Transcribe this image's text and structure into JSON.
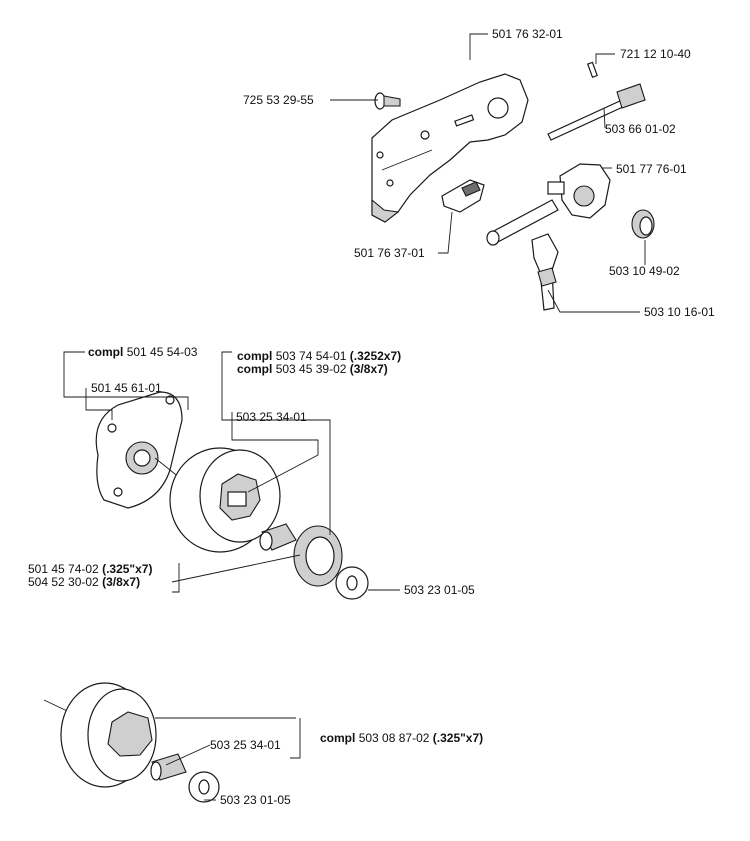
{
  "labels": {
    "bar_plate": "501 76 32-01",
    "screw": "725 53 29-55",
    "pin": "721 12 10-40",
    "adjuster_screw": "503 66 01-02",
    "oil_pump": "501 77 76-01",
    "guide": "501 76 37-01",
    "nut": "503 10 49-02",
    "worm_gear": "503 10 16-01",
    "clutch_compl_prefix": "compl",
    "clutch_compl": "501 45 54-03",
    "clutch_shoe": "501 45 61-01",
    "drum_compl_prefix_1": "compl",
    "drum_compl_1": "503 74 54-01",
    "drum_compl_1_spec": "(.3252x7)",
    "drum_compl_prefix_2": "compl",
    "drum_compl_2": "503 45 39-02",
    "drum_compl_2_spec": "(3/8x7)",
    "bearing_1": "503 25 34-01",
    "rim_1": "501 45 74-02",
    "rim_1_spec": "(.325\"x7)",
    "rim_2": "504 52 30-02",
    "rim_2_spec": "(3/8x7)",
    "washer_1": "503 23 01-05",
    "bearing_2": "503 25 34-01",
    "drum_compl_prefix_3": "compl",
    "drum_compl_3": "503 08 87-02",
    "drum_compl_3_spec": "(.325\"x7)",
    "washer_2": "503 23 01-05"
  }
}
